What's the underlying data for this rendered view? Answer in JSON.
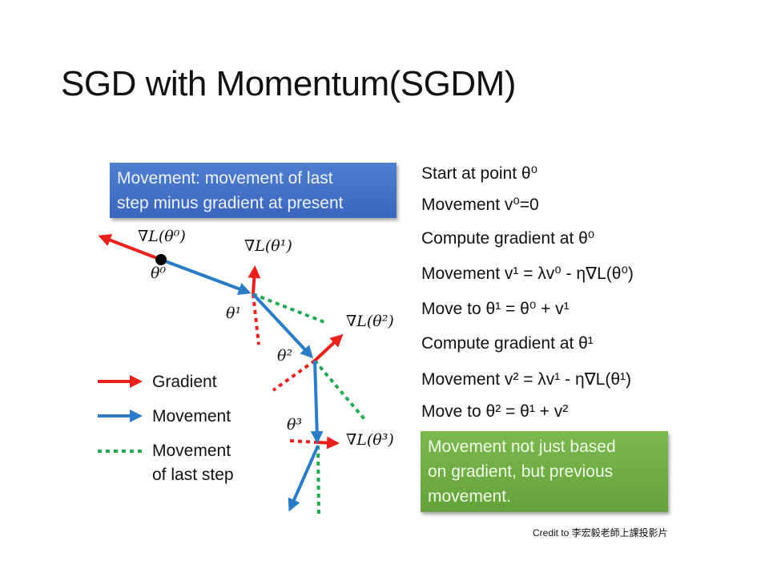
{
  "title": "SGD with Momentum(SGDM)",
  "blue_box": {
    "line1": "Movement: movement of last",
    "line2": "step minus gradient at present"
  },
  "steps": [
    "Start at point θ⁰",
    "Movement v⁰=0",
    "Compute gradient at θ⁰",
    "Movement v¹ = λv⁰ - η∇L(θ⁰)",
    "Move to θ¹ = θ⁰ + v¹",
    "Compute gradient at θ¹",
    "Movement v² = λv¹ - η∇L(θ¹)",
    "Move to θ² = θ¹ + v²"
  ],
  "green_box": {
    "line1": "Movement not just based",
    "line2": "on gradient, but previous",
    "line3": "movement."
  },
  "credit": "Credit to 李宏毅老師上課投影片",
  "diagram_labels": {
    "grad0": "∇L(θ⁰)",
    "theta0": "θ⁰",
    "grad1": "∇L(θ¹)",
    "theta1": "θ¹",
    "grad2": "∇L(θ²)",
    "theta2": "θ²",
    "grad3": "∇L(θ³)",
    "theta3": "θ³"
  },
  "legend": {
    "gradient": "Gradient",
    "movement": "Movement",
    "last1": "Movement",
    "last2": "of last step"
  },
  "colors": {
    "gradient": "#e8211d",
    "movement": "#2a7cc7",
    "last_step": "#22a94f",
    "blue_box": "#4472c4",
    "green_box": "#70ad47"
  }
}
